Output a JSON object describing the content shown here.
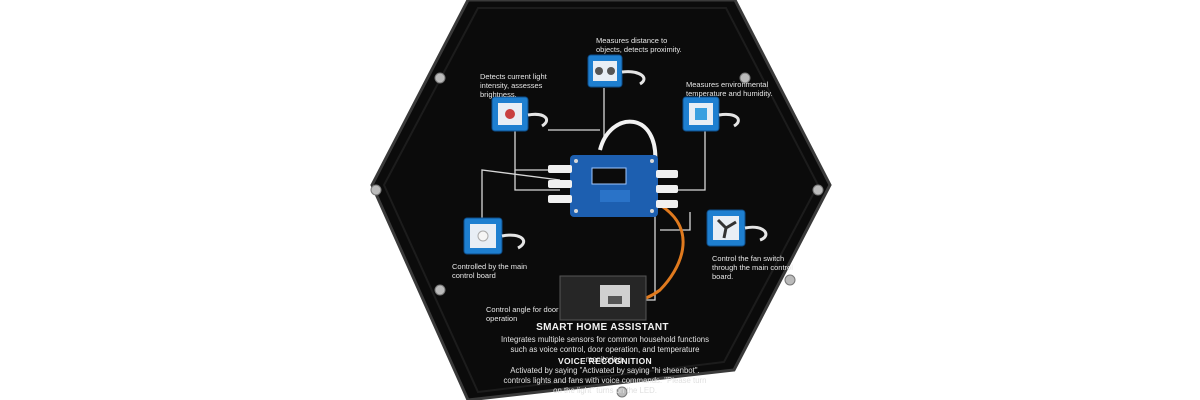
{
  "labels": {
    "ultrasonic": "Measures distance to objects, detects proximity.",
    "light": "Detects current light intensity, assesses brightness.",
    "temperature": "Measures environmental temperature and humidity.",
    "led": "Controlled by the main control board",
    "fan": "Control the fan switch through the main control board.",
    "servo": "Control angle for door operation"
  },
  "panel": {
    "title": "SMART HOME ASSISTANT",
    "description": "Integrates multiple sensors for common household functions such as voice control, door operation, and temperature monitoring.",
    "subtitle": "VOICE RECOGNITION",
    "voice_text": "Activated by saying \"Activated by saying \"hi sheenbot\". controls lights and fans with voice commands. \"Please turn on the light\" turns on the LED."
  },
  "colors": {
    "panel": "#0b0b0b",
    "module": "#1e7fd0",
    "board": "#1d5fb0",
    "servo_wire": "#e07a1e"
  }
}
